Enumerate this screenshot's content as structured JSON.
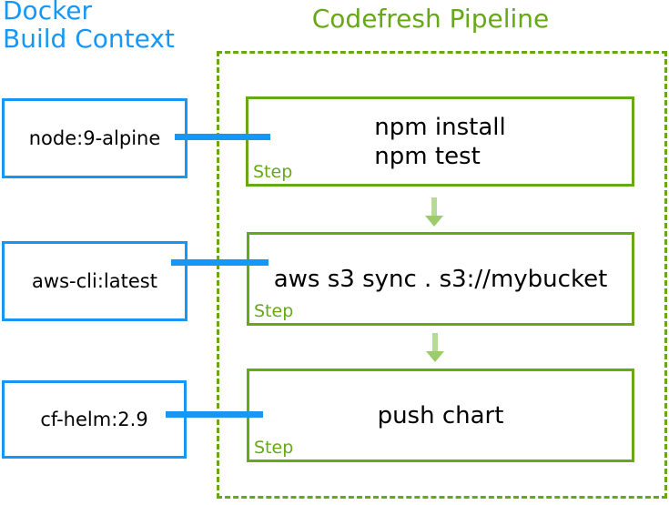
{
  "left_panel": {
    "title_line1": "Docker",
    "title_line2": "Build Context",
    "images": [
      {
        "label": "node:9-alpine"
      },
      {
        "label": "aws-cli:latest"
      },
      {
        "label": "cf-helm:2.9"
      }
    ]
  },
  "pipeline": {
    "title": "Codefresh Pipeline",
    "steps": [
      {
        "lines": [
          "npm install",
          "npm test"
        ],
        "badge": "Step"
      },
      {
        "lines": [
          "aws s3 sync . s3://mybucket"
        ],
        "badge": "Step"
      },
      {
        "lines": [
          "push chart"
        ],
        "badge": "Step"
      }
    ]
  },
  "icons": {
    "step_connector": "down-arrow"
  },
  "colors": {
    "blue": "#1697f5",
    "green": "#67a816",
    "arrow_light_green": "#b5db97",
    "arrow_head_green": "#9ccb6b",
    "text": "#000000",
    "background": "#ffffff"
  }
}
